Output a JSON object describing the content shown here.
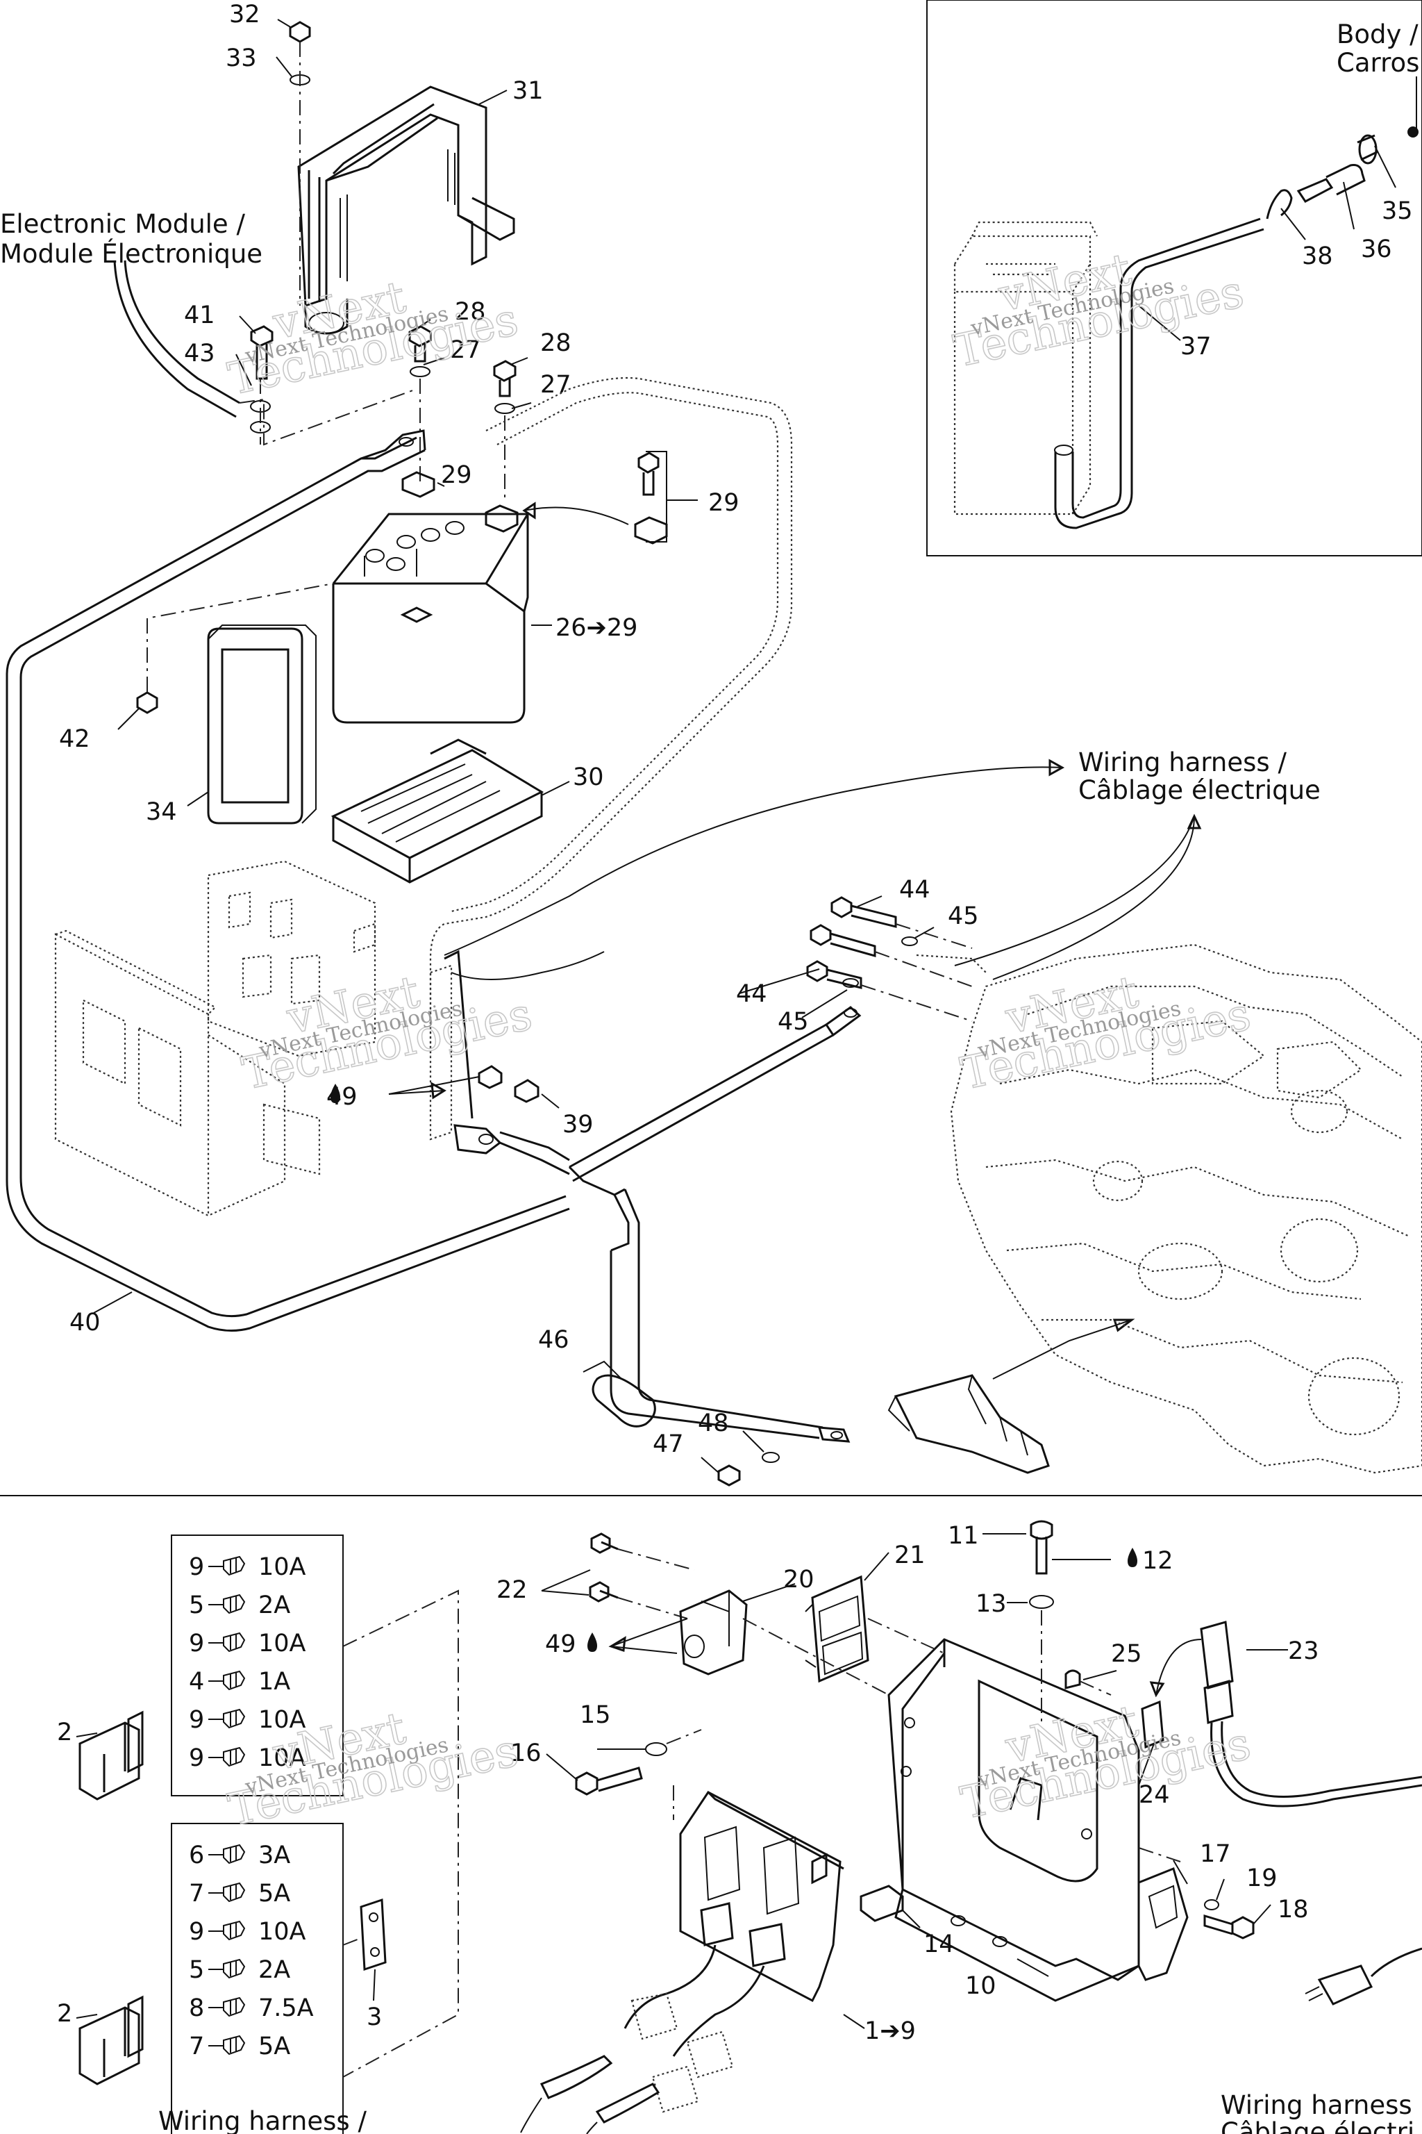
{
  "labels": {
    "p32": "32",
    "p33": "33",
    "p31": "31",
    "p41": "41",
    "p43": "43",
    "p28a": "28",
    "p27a": "27",
    "p28b": "28",
    "p27b": "27",
    "p29a": "29",
    "p29b": "29",
    "p26": "26➔29",
    "p42": "42",
    "p34": "34",
    "p30": "30",
    "p44a": "44",
    "p45a": "45",
    "p44b": "44",
    "p45b": "45",
    "p49a": "49",
    "p39": "39",
    "p40": "40",
    "p46": "46",
    "p48": "48",
    "p47": "47",
    "p35": "35",
    "p36": "36",
    "p38": "38",
    "p37": "37",
    "p11": "11",
    "p12": "12",
    "p13": "13",
    "p21": "21",
    "p20": "20",
    "p22": "22",
    "p49b": "49",
    "p25": "25",
    "p23": "23",
    "p15": "15",
    "p16": "16",
    "p24": "24",
    "p17": "17",
    "p19": "19",
    "p18": "18",
    "p14": "14",
    "p10": "10",
    "p19to9": "1➔9",
    "p2a": "2",
    "p2b": "2",
    "p3": "3"
  },
  "captions": {
    "electronic_module_l1": "Electronic Module /",
    "electronic_module_l2": "Module Électronique",
    "wiring_harness_l1": "Wiring harness /",
    "wiring_harness_l2": "Câblage électrique",
    "body_l1": "Body /",
    "body_l2": "Carros",
    "harness_bottom_left": "Wiring harness /",
    "harness_bottom_right_l1": "Wiring harness",
    "harness_bottom_right_l2": "Câblage électri"
  },
  "fuse_box_top": [
    {
      "num": "9",
      "rating": "10A"
    },
    {
      "num": "5",
      "rating": "2A"
    },
    {
      "num": "9",
      "rating": "10A"
    },
    {
      "num": "4",
      "rating": "1A"
    },
    {
      "num": "9",
      "rating": "10A"
    },
    {
      "num": "9",
      "rating": "10A"
    }
  ],
  "fuse_box_bottom": [
    {
      "num": "6",
      "rating": "3A"
    },
    {
      "num": "7",
      "rating": "5A"
    },
    {
      "num": "9",
      "rating": "10A"
    },
    {
      "num": "5",
      "rating": "2A"
    },
    {
      "num": "8",
      "rating": "7.5A"
    },
    {
      "num": "7",
      "rating": "5A"
    }
  ],
  "watermark": {
    "line1": "vNext Technologies",
    "big1": "vNext",
    "big2": "Technologies"
  }
}
